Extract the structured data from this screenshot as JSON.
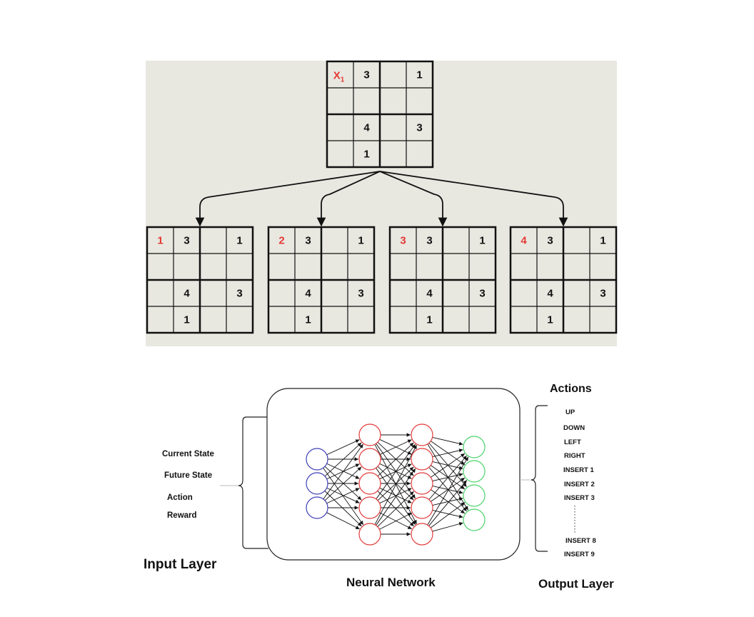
{
  "search_tree": {
    "root": {
      "variable_label": "X",
      "variable_subscript": "1",
      "cells": [
        [
          "",
          "3",
          "",
          "1"
        ],
        [
          "",
          "",
          "",
          ""
        ],
        [
          "",
          "4",
          "",
          "3"
        ],
        [
          "",
          "1",
          "",
          ""
        ]
      ]
    },
    "children": [
      {
        "insert": "1",
        "cells": [
          [
            "1",
            "3",
            "",
            "1"
          ],
          [
            "",
            "",
            "",
            ""
          ],
          [
            "",
            "4",
            "",
            "3"
          ],
          [
            "",
            "1",
            "",
            ""
          ]
        ]
      },
      {
        "insert": "2",
        "cells": [
          [
            "2",
            "3",
            "",
            "1"
          ],
          [
            "",
            "",
            "",
            ""
          ],
          [
            "",
            "4",
            "",
            "3"
          ],
          [
            "",
            "1",
            "",
            ""
          ]
        ]
      },
      {
        "insert": "3",
        "cells": [
          [
            "3",
            "3",
            "",
            "1"
          ],
          [
            "",
            "",
            "",
            ""
          ],
          [
            "",
            "4",
            "",
            "3"
          ],
          [
            "",
            "1",
            "",
            ""
          ]
        ]
      },
      {
        "insert": "4",
        "cells": [
          [
            "4",
            "3",
            "",
            "1"
          ],
          [
            "",
            "",
            "",
            ""
          ],
          [
            "",
            "4",
            "",
            "3"
          ],
          [
            "",
            "1",
            "",
            ""
          ]
        ]
      }
    ],
    "colors": {
      "panel": "#e8e8e1",
      "highlight": "#e53935",
      "line": "#111111"
    }
  },
  "network": {
    "title": "Neural Network",
    "input_items": [
      "Current State",
      "Future State",
      "Action",
      "Reward"
    ],
    "input_title": "Input Layer",
    "actions_title": "Actions",
    "actions": [
      "UP",
      "DOWN",
      "LEFT",
      "RIGHT",
      "INSERT 1",
      "INSERT 2",
      "INSERT 3"
    ],
    "actions_tail": [
      "INSERT 8",
      "INSERT 9"
    ],
    "output_title": "Output Layer",
    "layers": [
      3,
      5,
      5,
      4
    ],
    "colors": {
      "input": "#3f3fb8",
      "hidden": "#e23b3b",
      "output": "#4bd36b"
    }
  }
}
